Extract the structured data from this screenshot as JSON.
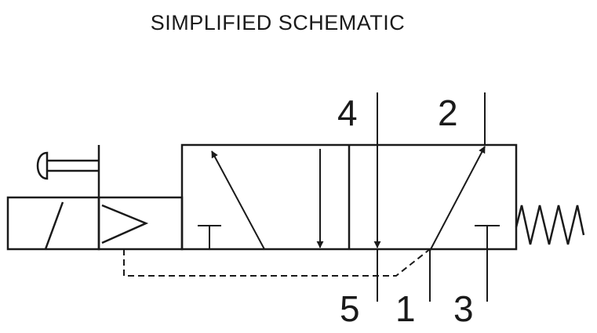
{
  "title": "SIMPLIFIED SCHEMATIC",
  "ports": {
    "p4": "4",
    "p2": "2",
    "p5": "5",
    "p1": "1",
    "p3": "3"
  },
  "colors": {
    "ink": "#1a1a1a",
    "background": "#ffffff"
  }
}
